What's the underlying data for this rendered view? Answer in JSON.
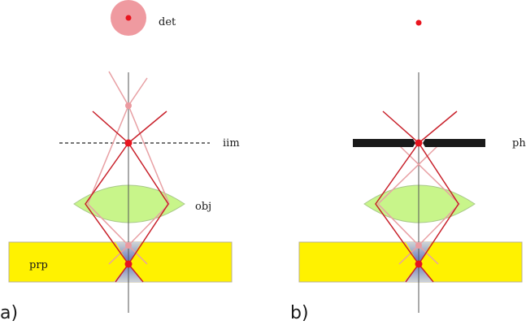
{
  "figure": {
    "description": "Confocal microscopy principle: widefield (a) vs confocal with pinhole (b)",
    "colors": {
      "focus_ray": "#c8202a",
      "defocus_ray": "#e8a0a4",
      "focus_point": "#e8141e",
      "defocus_point": "#eb9aa0",
      "detector_blur": "#ef9aa0",
      "lens_fill": "#c8f58a",
      "lens_stroke": "#a8c88a",
      "prep_fill": "#fff200",
      "prep_stroke": "#b8b090",
      "cone_fill": "#6070e0",
      "pinhole": "#1a1a1a",
      "axis": "#555555"
    }
  },
  "panels": [
    {
      "id": "a",
      "label": "a)",
      "labels": {
        "detector": "det",
        "intermediate_image": "iim",
        "objective": "obj",
        "preparation": "prp"
      },
      "detector_state": "blurred spot (out-of-focus light reaches detector)",
      "has_pinhole": false
    },
    {
      "id": "b",
      "label": "b)",
      "labels": {
        "pinhole": "ph"
      },
      "detector_state": "sharp point (out-of-focus light blocked)",
      "has_pinhole": true
    }
  ]
}
